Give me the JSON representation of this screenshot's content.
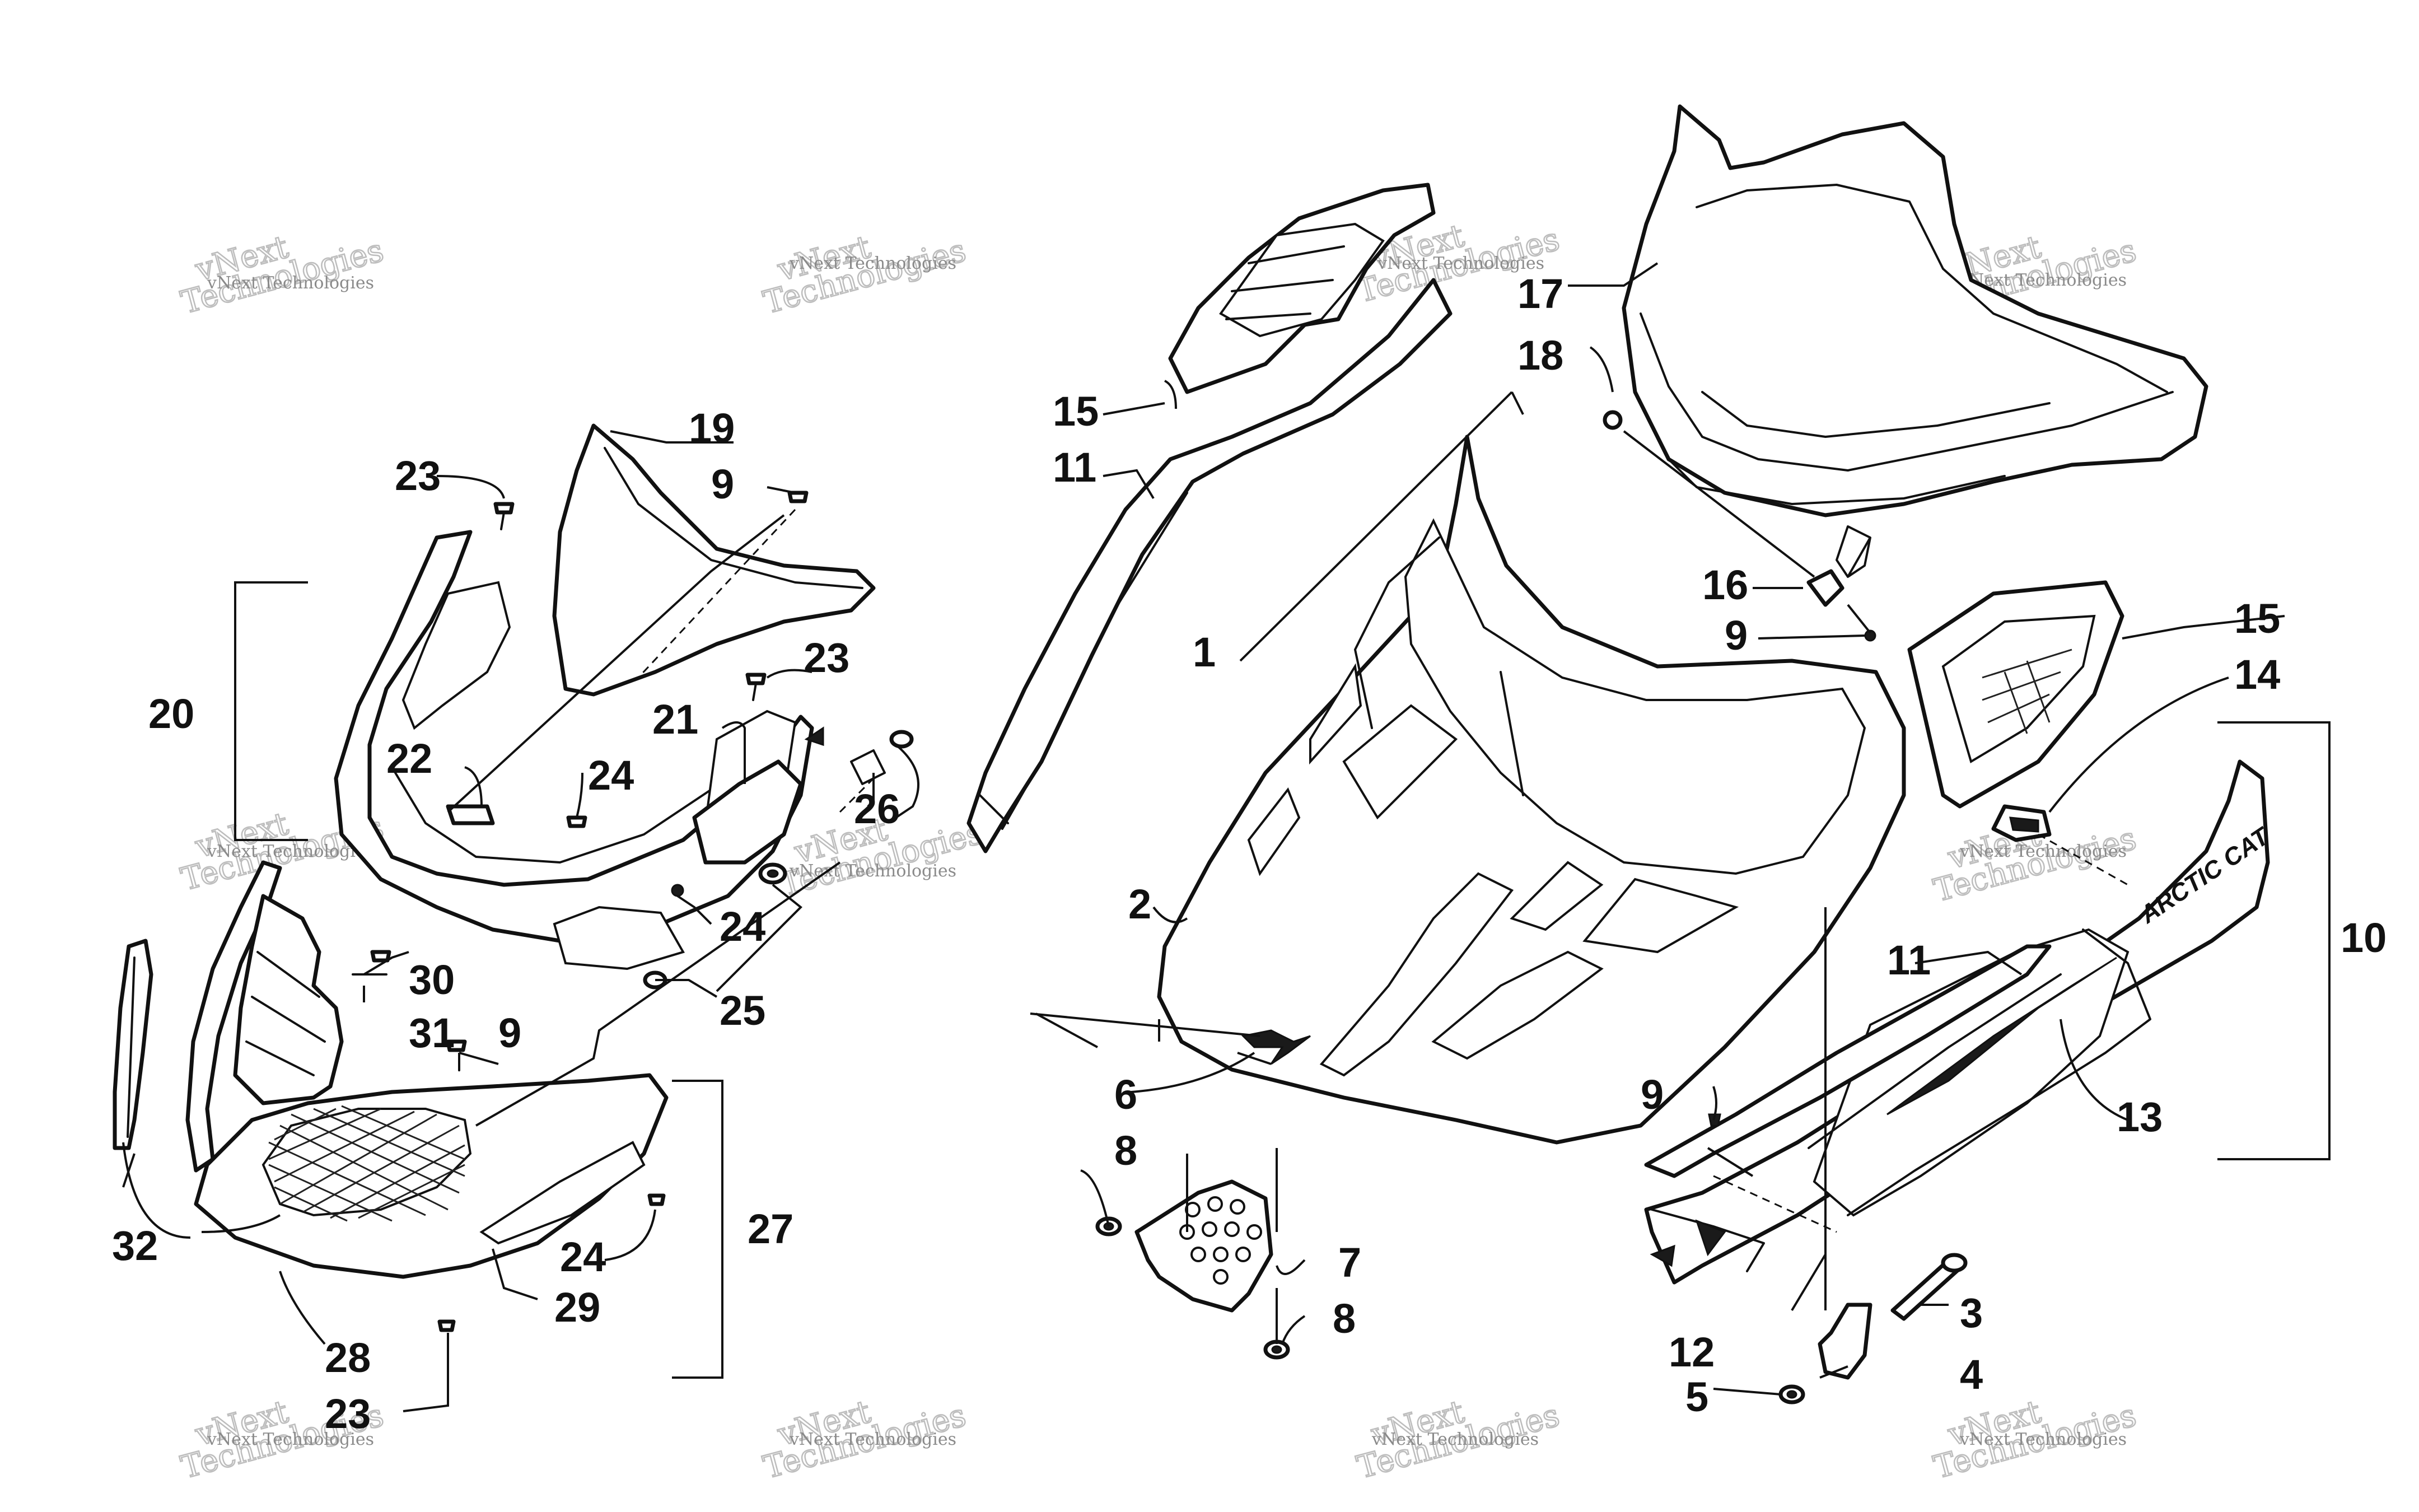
{
  "callouts": {
    "c1": "1",
    "c2": "2",
    "c3": "3",
    "c4": "4",
    "c5": "5",
    "c6": "6",
    "c7": "7",
    "c8a": "8",
    "c8b": "8",
    "c9a": "9",
    "c9b": "9",
    "c9c": "9",
    "c9d": "9",
    "c10": "10",
    "c11a": "11",
    "c11b": "11",
    "c12": "12",
    "c13": "13",
    "c14": "14",
    "c15a": "15",
    "c15b": "15",
    "c16": "16",
    "c17": "17",
    "c18": "18",
    "c19": "19",
    "c20": "20",
    "c21": "21",
    "c22": "22",
    "c23a": "23",
    "c23b": "23",
    "c23c": "23",
    "c24a": "24",
    "c24b": "24",
    "c24c": "24",
    "c25": "25",
    "c26": "26",
    "c27": "27",
    "c28": "28",
    "c29": "29",
    "c30": "30",
    "c31": "31",
    "c32": "32"
  },
  "decal_text": "ARCTIC CAT",
  "watermark": {
    "line1": "vNext",
    "line2": "Technologies",
    "caption": "vNext Technologies"
  }
}
